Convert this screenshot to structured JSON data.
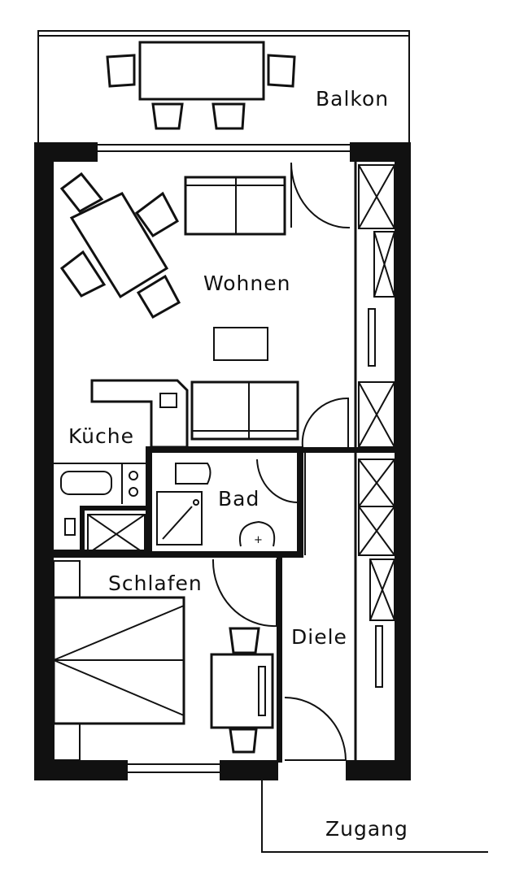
{
  "rooms": {
    "balcony": "Balkon",
    "living": "Wohnen",
    "kitchen": "Küche",
    "bath": "Bad",
    "bedroom": "Schlafen",
    "hall": "Diele",
    "entrance": "Zugang"
  }
}
